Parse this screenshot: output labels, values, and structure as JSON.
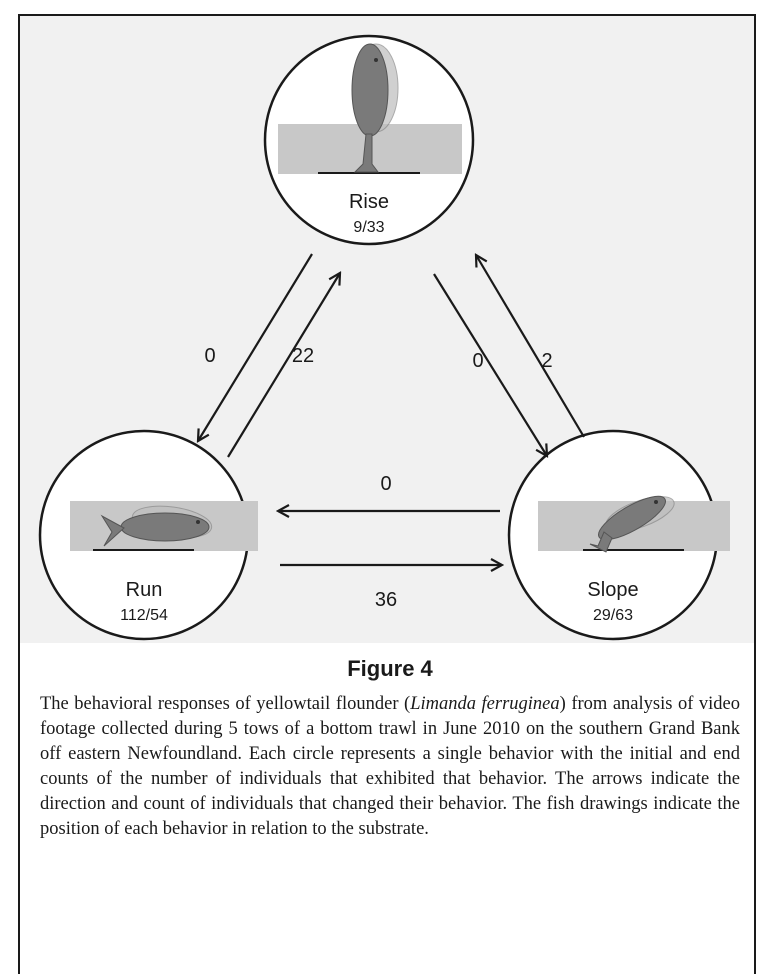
{
  "diagram": {
    "nodes": {
      "rise": {
        "label": "Rise",
        "counts": "9/33"
      },
      "run": {
        "label": "Run",
        "counts": "112/54"
      },
      "slope": {
        "label": "Slope",
        "counts": "29/63"
      }
    },
    "edges": {
      "rise_to_run": "0",
      "run_to_rise": "22",
      "rise_to_slope": "0",
      "slope_to_rise": "2",
      "slope_to_run": "0",
      "run_to_slope": "36"
    }
  },
  "figure": {
    "title": "Figure 4",
    "caption_pre": "The behavioral responses of yellowtail flounder (",
    "caption_species": "Limanda ferruginea",
    "caption_post": ") from analysis of video footage collected during 5 tows of a bottom trawl in June 2010 on the southern Grand Bank off eastern Newfoundland. Each circle represents a single behavior with the initial and end counts of the number of individuals that exhibited that behavior. The arrows indicate the direction and count of individuals that changed their behavior. The fish drawings indicate the position of each behavior in relation to the substrate."
  },
  "colors": {
    "background": "#f1f1f1",
    "line": "#1a1a1a",
    "substrate": "#c8c8c8",
    "fish": "#7a7a7a"
  }
}
